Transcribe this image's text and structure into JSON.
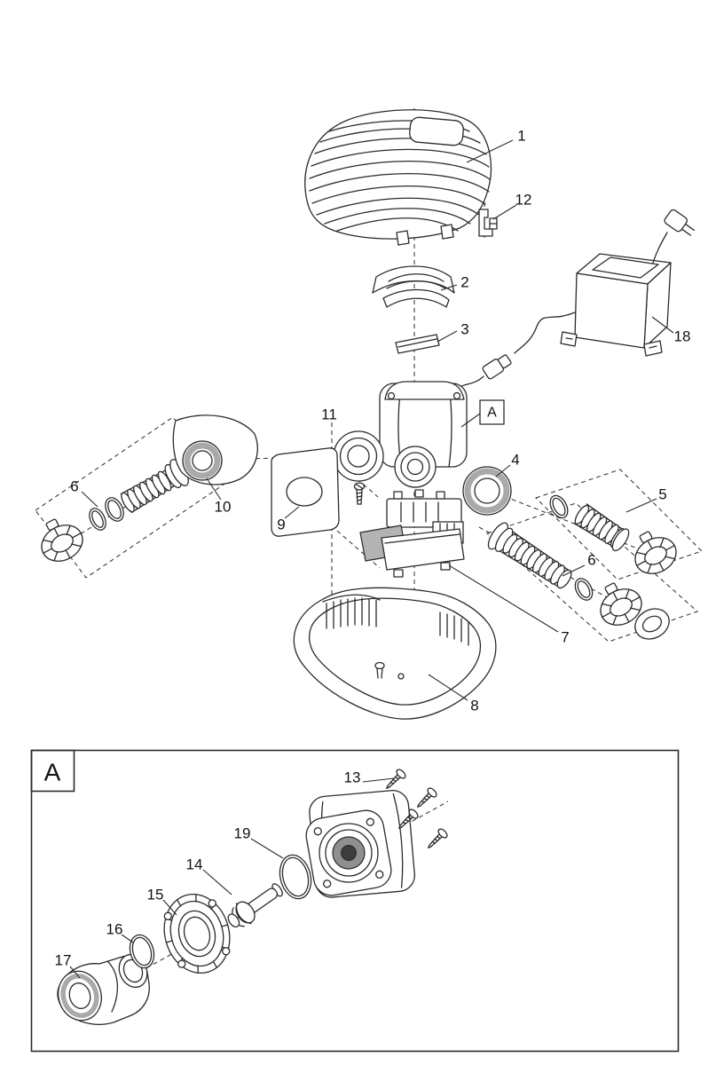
{
  "colors": {
    "line": "#2b2b2b",
    "background": "#ffffff",
    "shade_ring": "#a9a9a9",
    "pad": "#b3b3b3",
    "rotor_mid": "#8f8f8f",
    "rotor_dark": "#3c3c3c"
  },
  "diagram": {
    "kind": "exploded parts diagram of a pond pump",
    "labels": {
      "n1": "1",
      "n2": "2",
      "n3": "3",
      "n4": "4",
      "n5": "5",
      "n6a": "6",
      "n6b": "6",
      "n7": "7",
      "n8": "8",
      "n9": "9",
      "n10": "10",
      "n11": "11",
      "n12": "12",
      "n13": "13",
      "n14": "14",
      "n15": "15",
      "n16": "16",
      "n17": "17",
      "n18": "18",
      "n19": "19",
      "callout_a": "A",
      "detail_panel": "A"
    }
  }
}
